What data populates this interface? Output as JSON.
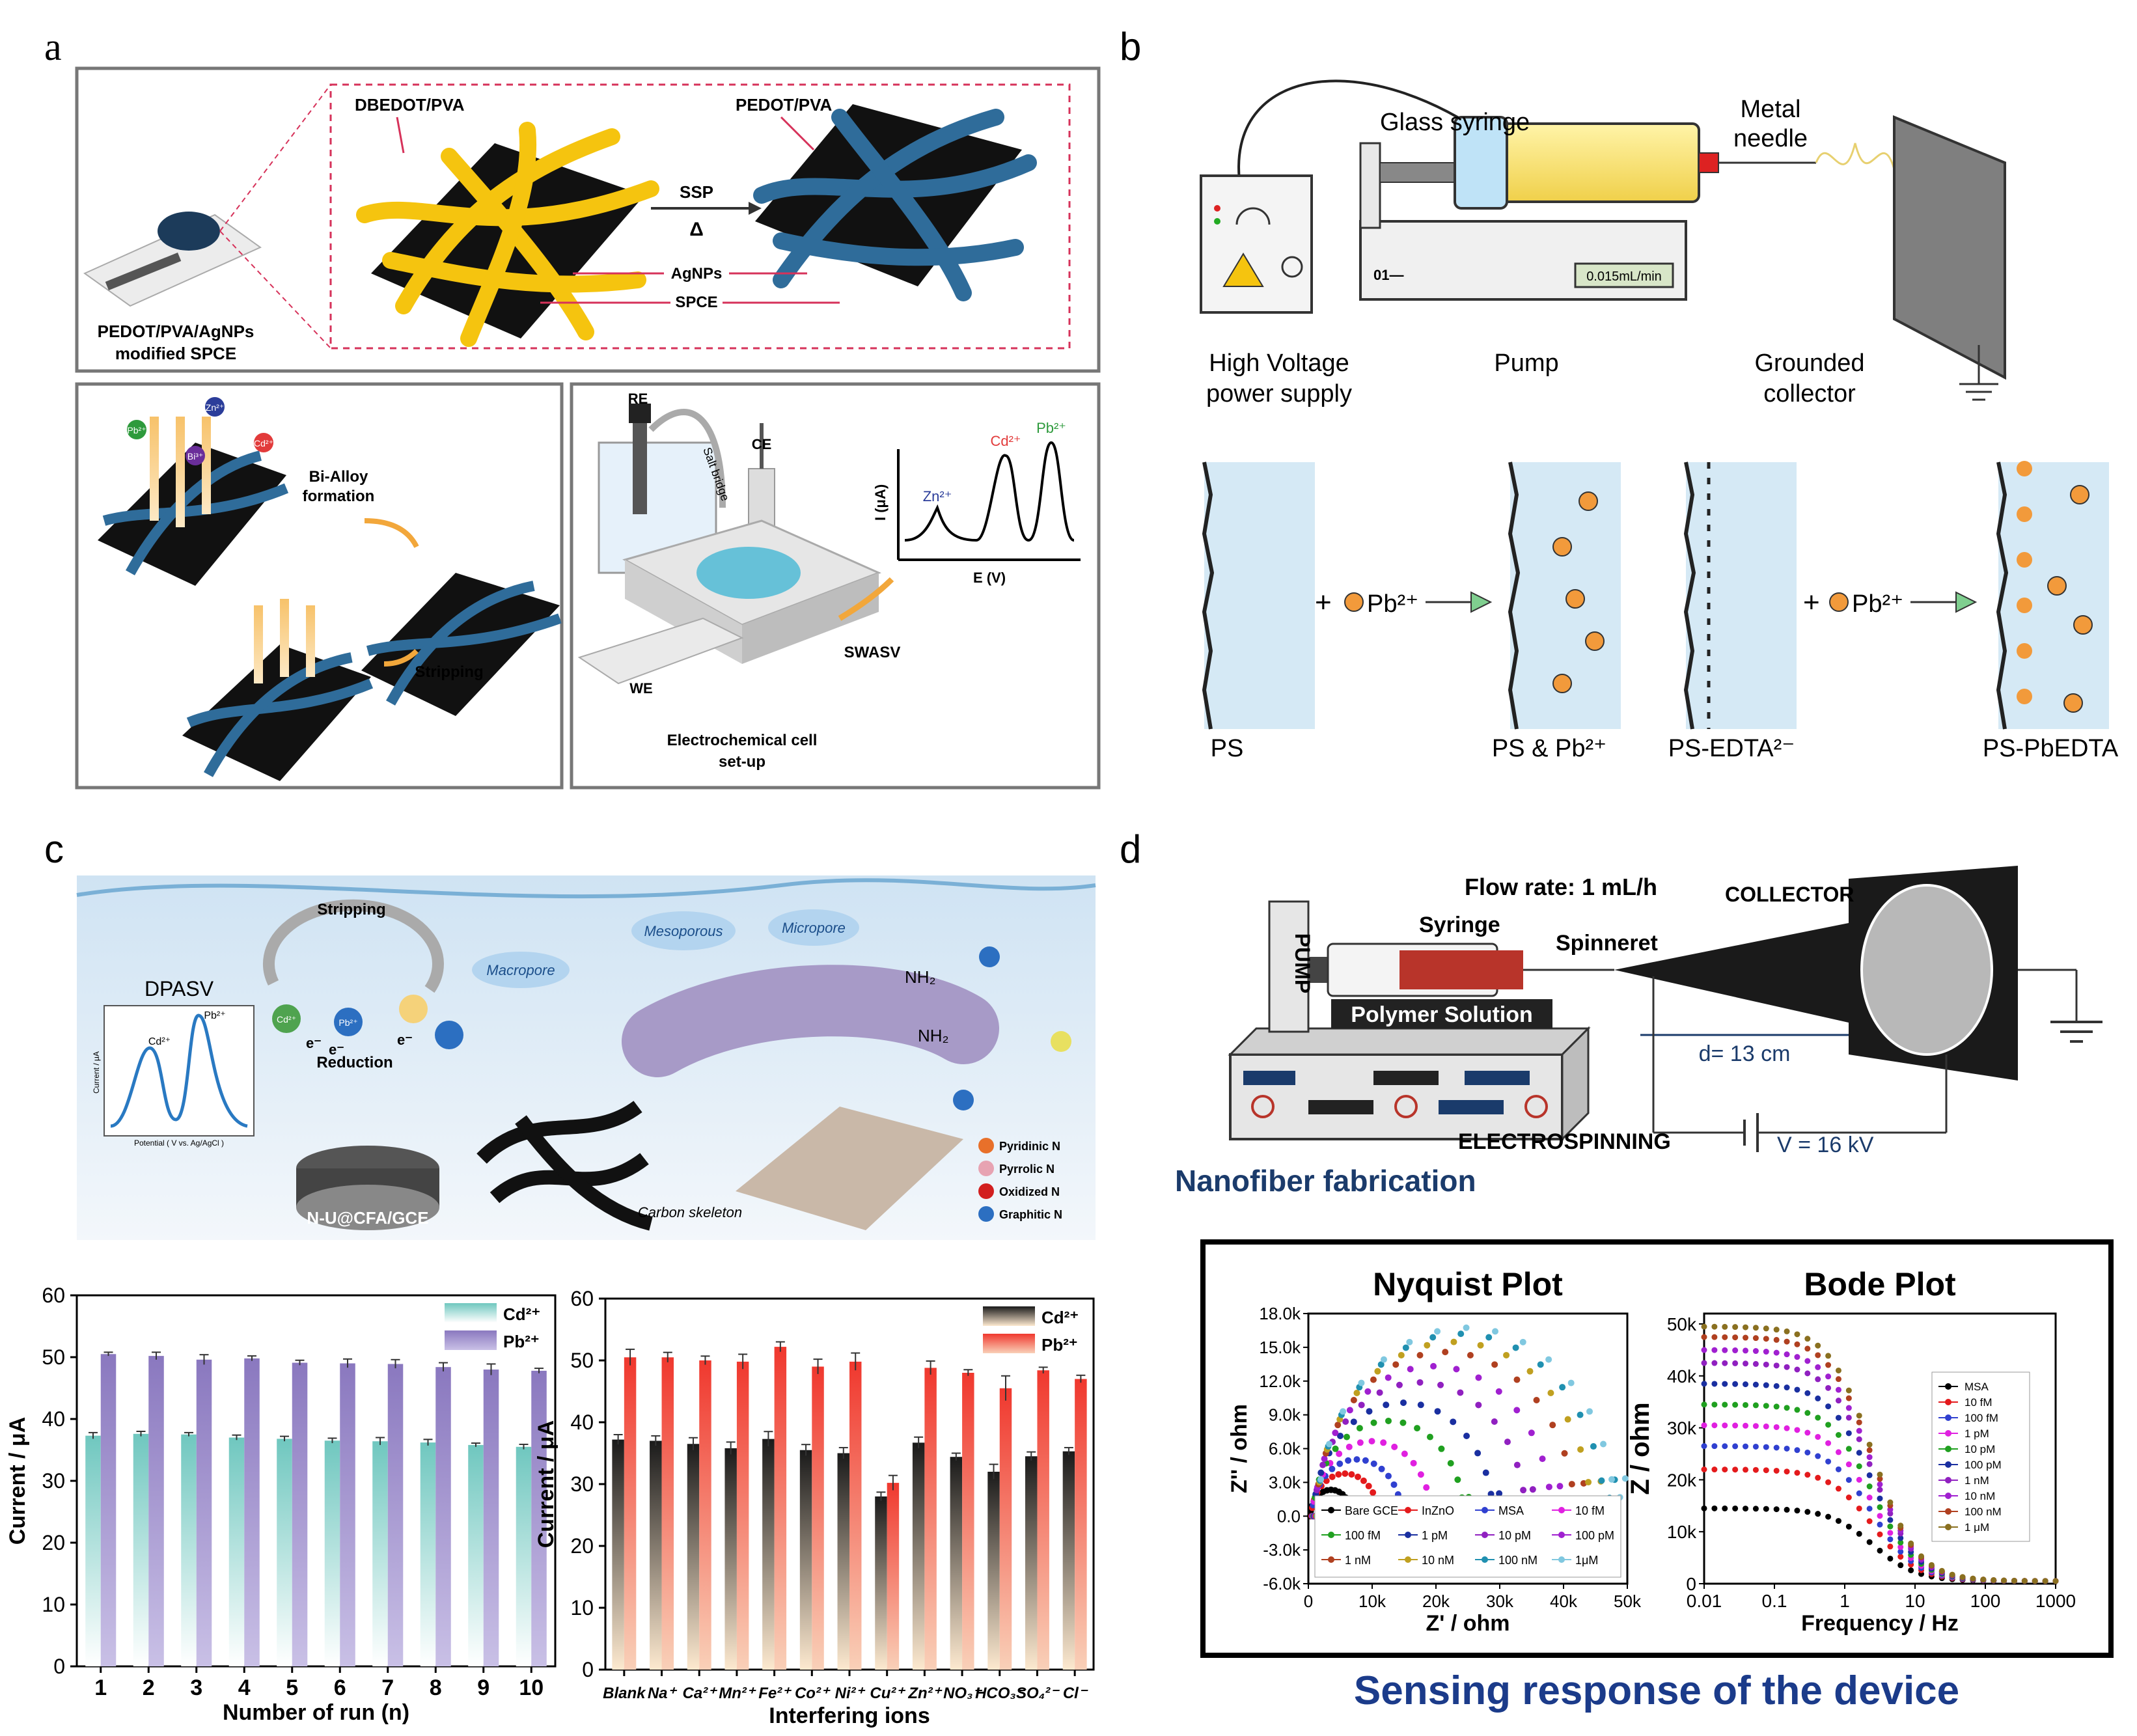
{
  "panel_letters": {
    "a": "a",
    "b": "b",
    "c": "c",
    "d": "d"
  },
  "panel_a": {
    "top": {
      "dbedot": "DBEDOT/PVA",
      "pedot": "PEDOT/PVA",
      "ssp": "SSP",
      "delta": "Δ",
      "agnps": "AgNPs",
      "spce": "SPCE",
      "caption_1": "PEDOT/PVA/AgNPs",
      "caption_2": "modified SPCE"
    },
    "bottom_left": {
      "bi_alloy_1": "Bi-Alloy",
      "bi_alloy_2": "formation",
      "stripping": "Stripping",
      "ions": [
        "Pb²⁺",
        "Zn²⁺",
        "Bi³⁺",
        "Cd²⁺"
      ]
    },
    "bottom_right": {
      "re": "RE",
      "ce": "CE",
      "we": "WE",
      "salt_bridge": "Salt bridge",
      "swasv": "SWASV",
      "ylabel": "I (μA)",
      "xlabel": "E (V)",
      "peaks": [
        "Zn²⁺",
        "Cd²⁺",
        "Pb²⁺"
      ],
      "caption_1": "Electrochemical cell",
      "caption_2": "set-up"
    }
  },
  "panel_b": {
    "glass_syringe": "Glass syringe",
    "metal_1": "Metal",
    "metal_2": "needle",
    "hv_1": "High Voltage",
    "hv_2": "power supply",
    "pump": "Pump",
    "grounded_1": "Grounded",
    "grounded_2": "collector",
    "pump_display": "0.015mL/min",
    "pump_label": "01—",
    "states": [
      "PS",
      "PS & Pb²⁺",
      "PS-EDTA²⁻",
      "PS-PbEDTA"
    ],
    "plus": "+",
    "ion": "Pb²⁺"
  },
  "panel_c": {
    "stripping": "Stripping",
    "reduction": "Reduction",
    "dpasv": "DPASV",
    "mesoporous": "Mesoporous",
    "micropore": "Micropore",
    "macropore": "Macropore",
    "nh2": "NH₂",
    "electrode": "N-U@CFA/GCE",
    "carbon": "Carbon skeleton",
    "legend_n": [
      "Pyridinic N",
      "Pyrrolic N",
      "Oxidized N",
      "Graphitic N"
    ],
    "legend_n_colors": [
      "#e8702a",
      "#e7a3b2",
      "#d21f1f",
      "#2c6fc1"
    ],
    "mini_peaks": [
      "Cd²⁺",
      "Pb²⁺"
    ],
    "mini_x": "Potential ( V vs. Ag/AgCl )",
    "mini_y": "Current / μA",
    "ions_small": [
      "Cd²⁺",
      "Pb²⁺",
      "e⁻",
      "e⁻",
      "e⁻"
    ]
  },
  "chart_runs": {
    "type": "bar",
    "categories": [
      "1",
      "2",
      "3",
      "4",
      "5",
      "6",
      "7",
      "8",
      "9",
      "10"
    ],
    "series": [
      {
        "name": "Cd²⁺",
        "values": [
          37.3,
          37.6,
          37.5,
          37.0,
          36.8,
          36.5,
          36.4,
          36.2,
          35.8,
          35.5
        ],
        "err": [
          0.5,
          0.4,
          0.3,
          0.4,
          0.4,
          0.4,
          0.6,
          0.5,
          0.3,
          0.4
        ],
        "color": "#7fcdc6"
      },
      {
        "name": "Pb²⁺",
        "values": [
          50.5,
          50.2,
          49.6,
          49.8,
          49.1,
          49.0,
          48.9,
          48.4,
          48.0,
          47.8
        ],
        "err": [
          0.3,
          0.6,
          0.8,
          0.4,
          0.4,
          0.7,
          0.7,
          0.7,
          0.9,
          0.4
        ],
        "color": "#8e7fc0"
      }
    ],
    "xlabel": "Number of run (n)",
    "ylabel": "Current / μA",
    "ylim": [
      0,
      60
    ],
    "yticks": [
      "0",
      "10",
      "20",
      "30",
      "40",
      "50",
      "60"
    ]
  },
  "chart_ions": {
    "type": "bar",
    "categories": [
      "Blank",
      "Na⁺",
      "Ca²⁺",
      "Mn²⁺",
      "Fe²⁺",
      "Co²⁺",
      "Ni²⁺",
      "Cu²⁺",
      "Zn²⁺",
      "NO₃⁻",
      "HCO₃⁻",
      "SO₄²⁻",
      "Cl⁻"
    ],
    "series": [
      {
        "name": "Cd²⁺",
        "values": [
          37.2,
          37.0,
          36.5,
          35.8,
          37.3,
          35.5,
          35.0,
          28.0,
          36.7,
          34.4,
          32.0,
          34.5,
          35.3
        ],
        "err": [
          0.8,
          0.8,
          1.0,
          1.0,
          1.2,
          0.9,
          0.9,
          0.7,
          0.9,
          0.6,
          1.2,
          0.7,
          0.6
        ],
        "color": "#222222"
      },
      {
        "name": "Pb²⁺",
        "values": [
          50.5,
          50.5,
          50.0,
          49.8,
          52.2,
          49.0,
          49.8,
          30.2,
          48.8,
          48.0,
          45.5,
          48.4,
          47.0
        ],
        "err": [
          1.3,
          0.8,
          0.7,
          1.2,
          0.8,
          1.2,
          1.4,
          1.2,
          1.1,
          0.5,
          2.0,
          0.5,
          0.6
        ],
        "color": "#f0382e"
      }
    ],
    "xlabel": "Interfering ions",
    "ylabel": "Current / μA",
    "ylim": [
      0,
      60
    ],
    "yticks": [
      "0",
      "10",
      "20",
      "30",
      "40",
      "50",
      "60"
    ]
  },
  "panel_d": {
    "flow": "Flow rate: 1 mL/h",
    "syringe": "Syringe",
    "spinneret": "Spinneret",
    "collector": "COLLECTOR",
    "pump": "PUMP",
    "polymer": "Polymer Solution",
    "electrospinning": "ELECTROSPINNING",
    "distance": "d= 13 cm",
    "voltage": "V = 16 kV",
    "nanofiber": "Nanofiber fabrication",
    "sensing": "Sensing response of the device"
  },
  "chart_nyquist": {
    "type": "scatter",
    "title": "Nyquist Plot",
    "xlabel": "Z' / ohm",
    "ylabel": "Z'' / ohm",
    "xlim": [
      0,
      50000
    ],
    "ylim": [
      -6000,
      18000
    ],
    "xticks": [
      "0",
      "10k",
      "20k",
      "30k",
      "40k",
      "50k"
    ],
    "yticks": [
      "-6.0k",
      "-3.0k",
      "0.0",
      "3.0k",
      "6.0k",
      "9.0k",
      "12.0k",
      "15.0k",
      "18.0k"
    ],
    "series": [
      {
        "name": "Bare GCE",
        "r0": 300,
        "d": 6500,
        "color": "#000000"
      },
      {
        "name": "InZnO",
        "r0": 500,
        "d": 10500,
        "color": "#e41a1c"
      },
      {
        "name": "MSA",
        "r0": 600,
        "d": 14000,
        "color": "#3040d0"
      },
      {
        "name": "10 fM",
        "r0": 700,
        "d": 18500,
        "color": "#e020e0"
      },
      {
        "name": "100 fM",
        "r0": 800,
        "d": 23500,
        "color": "#20a020"
      },
      {
        "name": "1 pM",
        "r0": 900,
        "d": 28000,
        "color": "#1a2fa0"
      },
      {
        "name": "10 pM",
        "r0": 1000,
        "d": 33000,
        "color": "#9020c0"
      },
      {
        "name": "100 pM",
        "r0": 1100,
        "d": 37000,
        "color": "#a020d0"
      },
      {
        "name": "1 nM",
        "r0": 1200,
        "d": 40500,
        "color": "#b04020"
      },
      {
        "name": "10 nM",
        "r0": 1300,
        "d": 43000,
        "color": "#c0a020"
      },
      {
        "name": "100 nM",
        "r0": 1400,
        "d": 45000,
        "color": "#2090b0"
      },
      {
        "name": "1μM",
        "r0": 1500,
        "d": 46500,
        "color": "#80c8e0"
      }
    ]
  },
  "chart_bode": {
    "type": "scatter",
    "title": "Bode Plot",
    "xlabel": "Frequency / Hz",
    "ylabel": "Z / ohm",
    "xlim": [
      0.01,
      1000
    ],
    "ylim": [
      0,
      52000
    ],
    "xticks": [
      "0.01",
      "0.1",
      "1",
      "10",
      "100",
      "1000"
    ],
    "yticks": [
      "0",
      "10k",
      "20k",
      "30k",
      "40k",
      "50k"
    ],
    "series": [
      {
        "name": "MSA",
        "z0": 14500,
        "color": "#000000"
      },
      {
        "name": "10 fM",
        "z0": 22000,
        "color": "#e41a1c"
      },
      {
        "name": "100 fM",
        "z0": 26500,
        "color": "#3040d0"
      },
      {
        "name": "1 pM",
        "z0": 30500,
        "color": "#e020e0"
      },
      {
        "name": "10 pM",
        "z0": 34500,
        "color": "#20a020"
      },
      {
        "name": "100 pM",
        "z0": 38500,
        "color": "#1a2fa0"
      },
      {
        "name": "1 nM",
        "z0": 42500,
        "color": "#9020c0"
      },
      {
        "name": "10 nM",
        "z0": 45000,
        "color": "#a020d0"
      },
      {
        "name": "100 nM",
        "z0": 47500,
        "color": "#b04020"
      },
      {
        "name": "1 μM",
        "z0": 49500,
        "color": "#8a7020"
      }
    ]
  }
}
